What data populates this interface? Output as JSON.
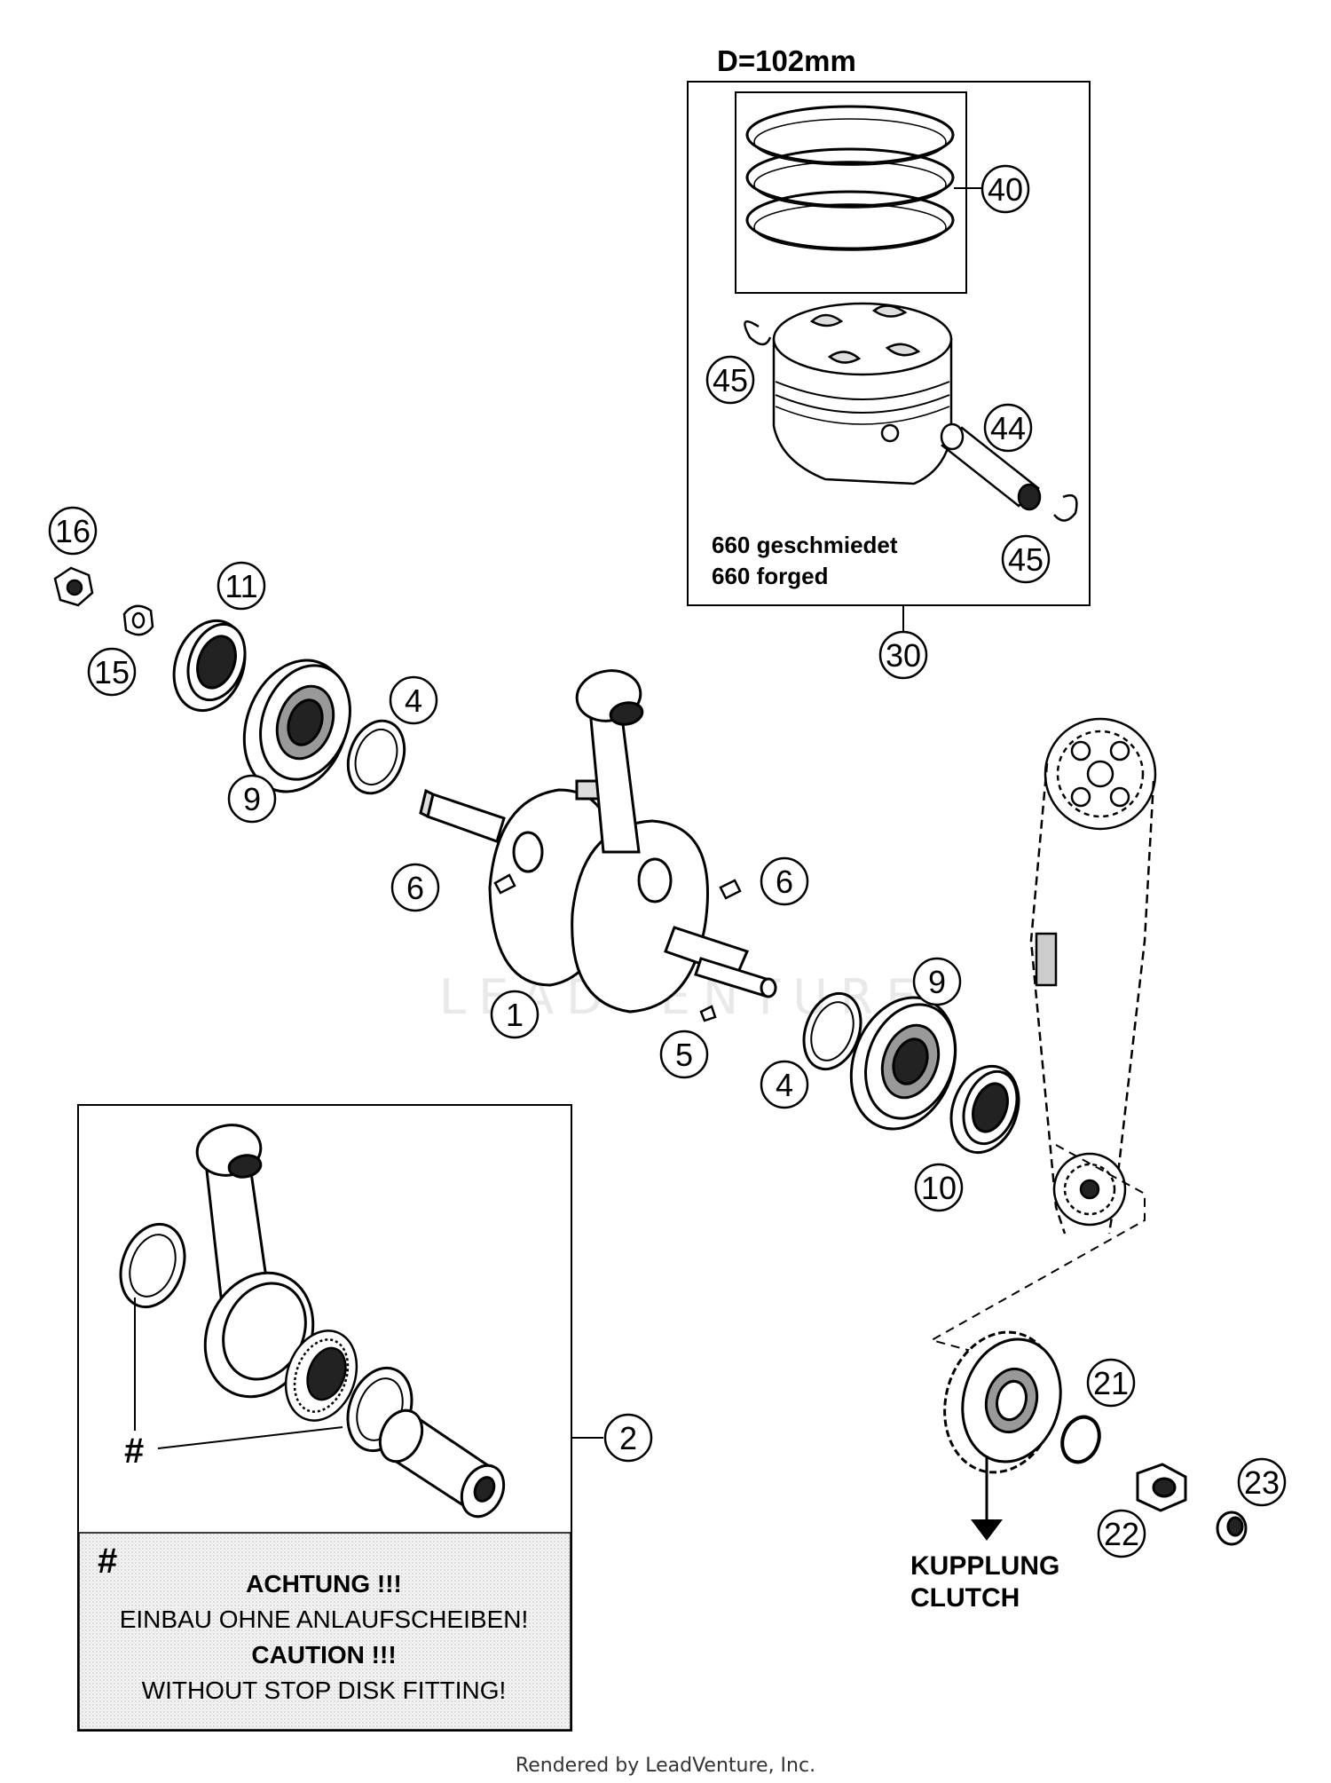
{
  "piston_kit": {
    "diameter_label": "D=102mm",
    "variant_lines": [
      "660 geschmiedet",
      "660 forged"
    ]
  },
  "callouts": {
    "c40": "40",
    "c45a": "45",
    "c44": "44",
    "c45b": "45",
    "c30": "30",
    "c16": "16",
    "c11": "11",
    "c15": "15",
    "c4a": "4",
    "c9a": "9",
    "c6a": "6",
    "c6b": "6",
    "c1": "1",
    "c5": "5",
    "c9b": "9",
    "c4b": "4",
    "c10": "10",
    "c2": "2",
    "c21": "21",
    "c23": "23",
    "c22": "22"
  },
  "conrod_box": {
    "hash_marker": "#",
    "note_hash": "#",
    "note_lines": [
      "ACHTUNG !!!",
      "EINBAU OHNE ANLAUFSCHEIBEN!",
      "CAUTION !!!",
      "WITHOUT STOP DISK FITTING!"
    ]
  },
  "clutch": {
    "label_de": "KUPPLUNG",
    "label_en": "CLUTCH"
  },
  "watermark": "LEADVENTURE",
  "footer": "Rendered by LeadVenture, Inc."
}
